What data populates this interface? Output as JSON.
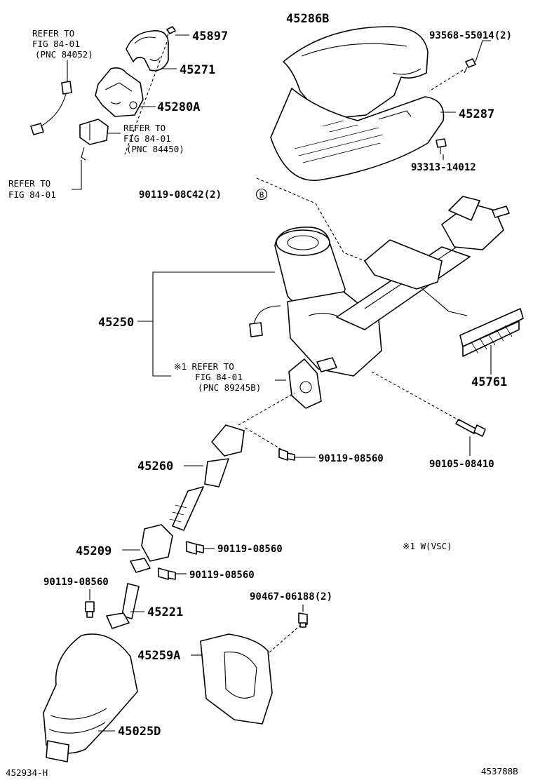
{
  "labels": {
    "p45897": "45897",
    "p45271": "45271",
    "p45280a": "45280A",
    "ref1_l1": "REFER TO",
    "ref1_l2": "FIG 84-01",
    "ref1_l3": "(PNC 84052)",
    "ref2_l1": "REFER TO",
    "ref2_l2": "FIG 84-01",
    "ref2_l3": "(PNC 84450)",
    "ref3_l1": "REFER TO",
    "ref3_l2": "FIG 84-01",
    "p45286b": "45286B",
    "p93568": "93568-55014(2)",
    "p45287": "45287",
    "p93313": "93313-14012",
    "p90119_08c42": "90119-08C42(2)",
    "circle_b": "B",
    "p45250": "45250",
    "ref4_l1": "※1 REFER TO",
    "ref4_l2": "FIG 84-01",
    "ref4_l3": "(PNC 89245B)",
    "p45761": "45761",
    "p45260": "45260",
    "p90119_a": "90119-08560",
    "p90105": "90105-08410",
    "p45209": "45209",
    "p90119_b": "90119-08560",
    "note_vsc": "※1 W(VSC)",
    "p90119_c": "90119-08560",
    "p90119_d": "90119-08560",
    "p90467": "90467-06188(2)",
    "p45221": "45221",
    "p45259a": "45259A",
    "p45025d": "45025D",
    "code_left": "452934-H",
    "code_right": "453788B"
  }
}
